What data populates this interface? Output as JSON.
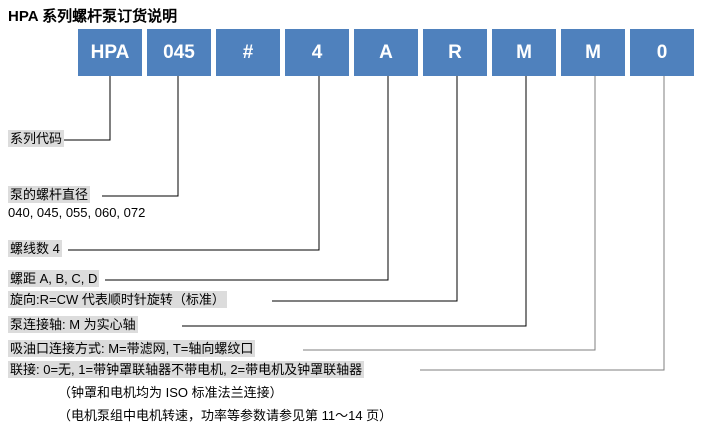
{
  "title": "HPA 系列螺杆泵订货说明",
  "code_boxes": [
    {
      "value": "HPA",
      "name": "code-box-series"
    },
    {
      "value": "045",
      "name": "code-box-diameter"
    },
    {
      "value": "#",
      "name": "code-box-hash"
    },
    {
      "value": "4",
      "name": "code-box-threads"
    },
    {
      "value": "A",
      "name": "code-box-pitch"
    },
    {
      "value": "R",
      "name": "code-box-rotation"
    },
    {
      "value": "M",
      "name": "code-box-shaft"
    },
    {
      "value": "M",
      "name": "code-box-suction"
    },
    {
      "value": "0",
      "name": "code-box-coupling"
    }
  ],
  "labels": [
    {
      "text": "系列代码",
      "name": "label-series-code"
    },
    {
      "text": "泵的螺杆直径",
      "name": "label-screw-diameter"
    },
    {
      "text": "040, 045, 055, 060, 072",
      "name": "label-diameter-values"
    },
    {
      "text": "螺线数 4",
      "name": "label-thread-count"
    },
    {
      "text": "螺距 A, B, C, D",
      "name": "label-pitch"
    },
    {
      "text": "旋向:R=CW 代表顺时针旋转（标准）",
      "name": "label-rotation"
    },
    {
      "text": "泵连接轴: M 为实心轴",
      "name": "label-pump-shaft"
    },
    {
      "text": "吸油口连接方式: M=带滤网, T=轴向螺纹口",
      "name": "label-suction-port"
    },
    {
      "text": "联接: 0=无, 1=带钟罩联轴器不带电机, 2=带电机及钟罩联轴器",
      "name": "label-coupling"
    }
  ],
  "notes": [
    {
      "text": "（钟罩和电机均为 ISO 标准法兰连接）",
      "name": "note-iso-flange"
    },
    {
      "text": "（电机泵组中电机转速，功率等参数请参见第 11～14 页）",
      "name": "note-motor-params"
    }
  ],
  "colors": {
    "box_blue": "#4f81bd",
    "box_text": "#ffffff",
    "highlight": "#dcdcdc",
    "leader_line": "#000000",
    "leader_line_gray": "#808080",
    "background": "#ffffff"
  }
}
